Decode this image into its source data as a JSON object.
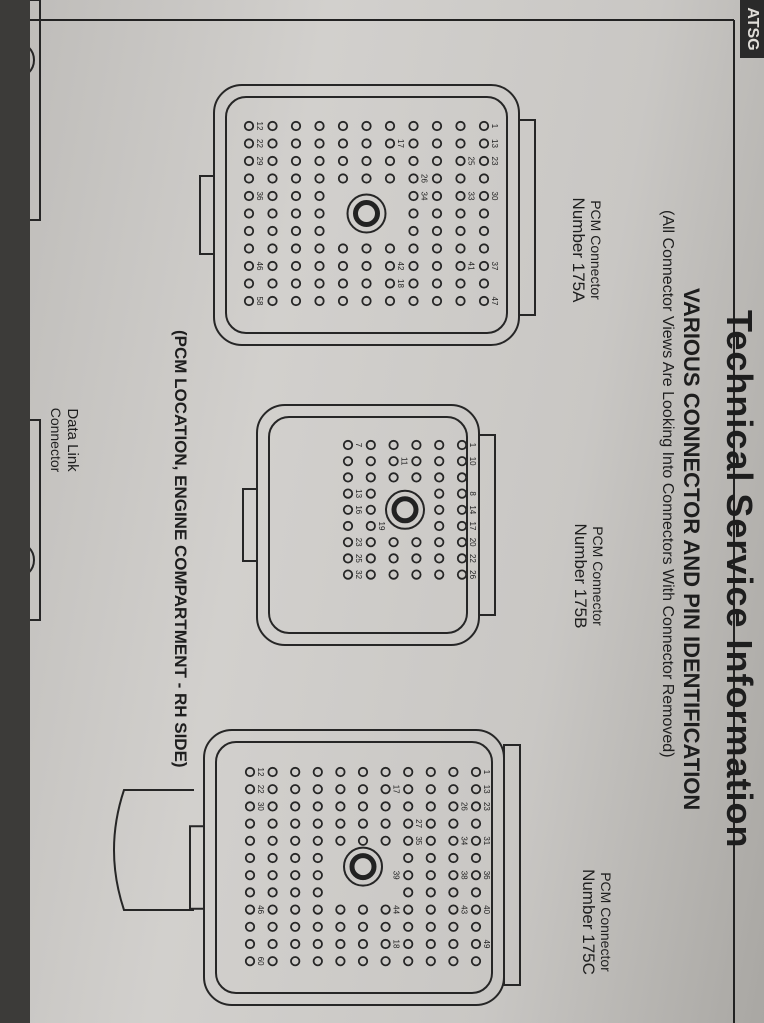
{
  "document": {
    "logo": "ATSG",
    "title": "Technical Service Information",
    "heading": "VARIOUS CONNECTOR AND PIN IDENTIFICATION",
    "subheading": "(All Connector Views Are Looking Into Connectors With Connector Removed)",
    "location_note": "(PCM LOCATION, ENGINE COMPARTMENT - RH SIDE)"
  },
  "connectors": [
    {
      "id": "175A",
      "line1": "PCM Connector",
      "line2": "Number 175A",
      "pins": [
        "1",
        "12",
        "13",
        "17",
        "18",
        "22",
        "23",
        "25",
        "26",
        "29",
        "30",
        "33",
        "34",
        "36",
        "37",
        "41",
        "42",
        "46",
        "47",
        "58"
      ]
    },
    {
      "id": "175B",
      "line1": "PCM Connector",
      "line2": "Number 175B",
      "pins": [
        "1",
        "7",
        "8",
        "10",
        "11",
        "13",
        "14",
        "16",
        "17",
        "19",
        "20",
        "22",
        "23",
        "25",
        "26",
        "32"
      ]
    },
    {
      "id": "175C",
      "line1": "PCM Connector",
      "line2": "Number 175C",
      "pins": [
        "1",
        "12",
        "13",
        "17",
        "18",
        "22",
        "23",
        "26",
        "27",
        "30",
        "31",
        "34",
        "35",
        "36",
        "38",
        "39",
        "40",
        "43",
        "44",
        "46",
        "49",
        "60"
      ]
    }
  ],
  "data_link": {
    "line1": "Data Link",
    "line2": "Connector"
  }
}
